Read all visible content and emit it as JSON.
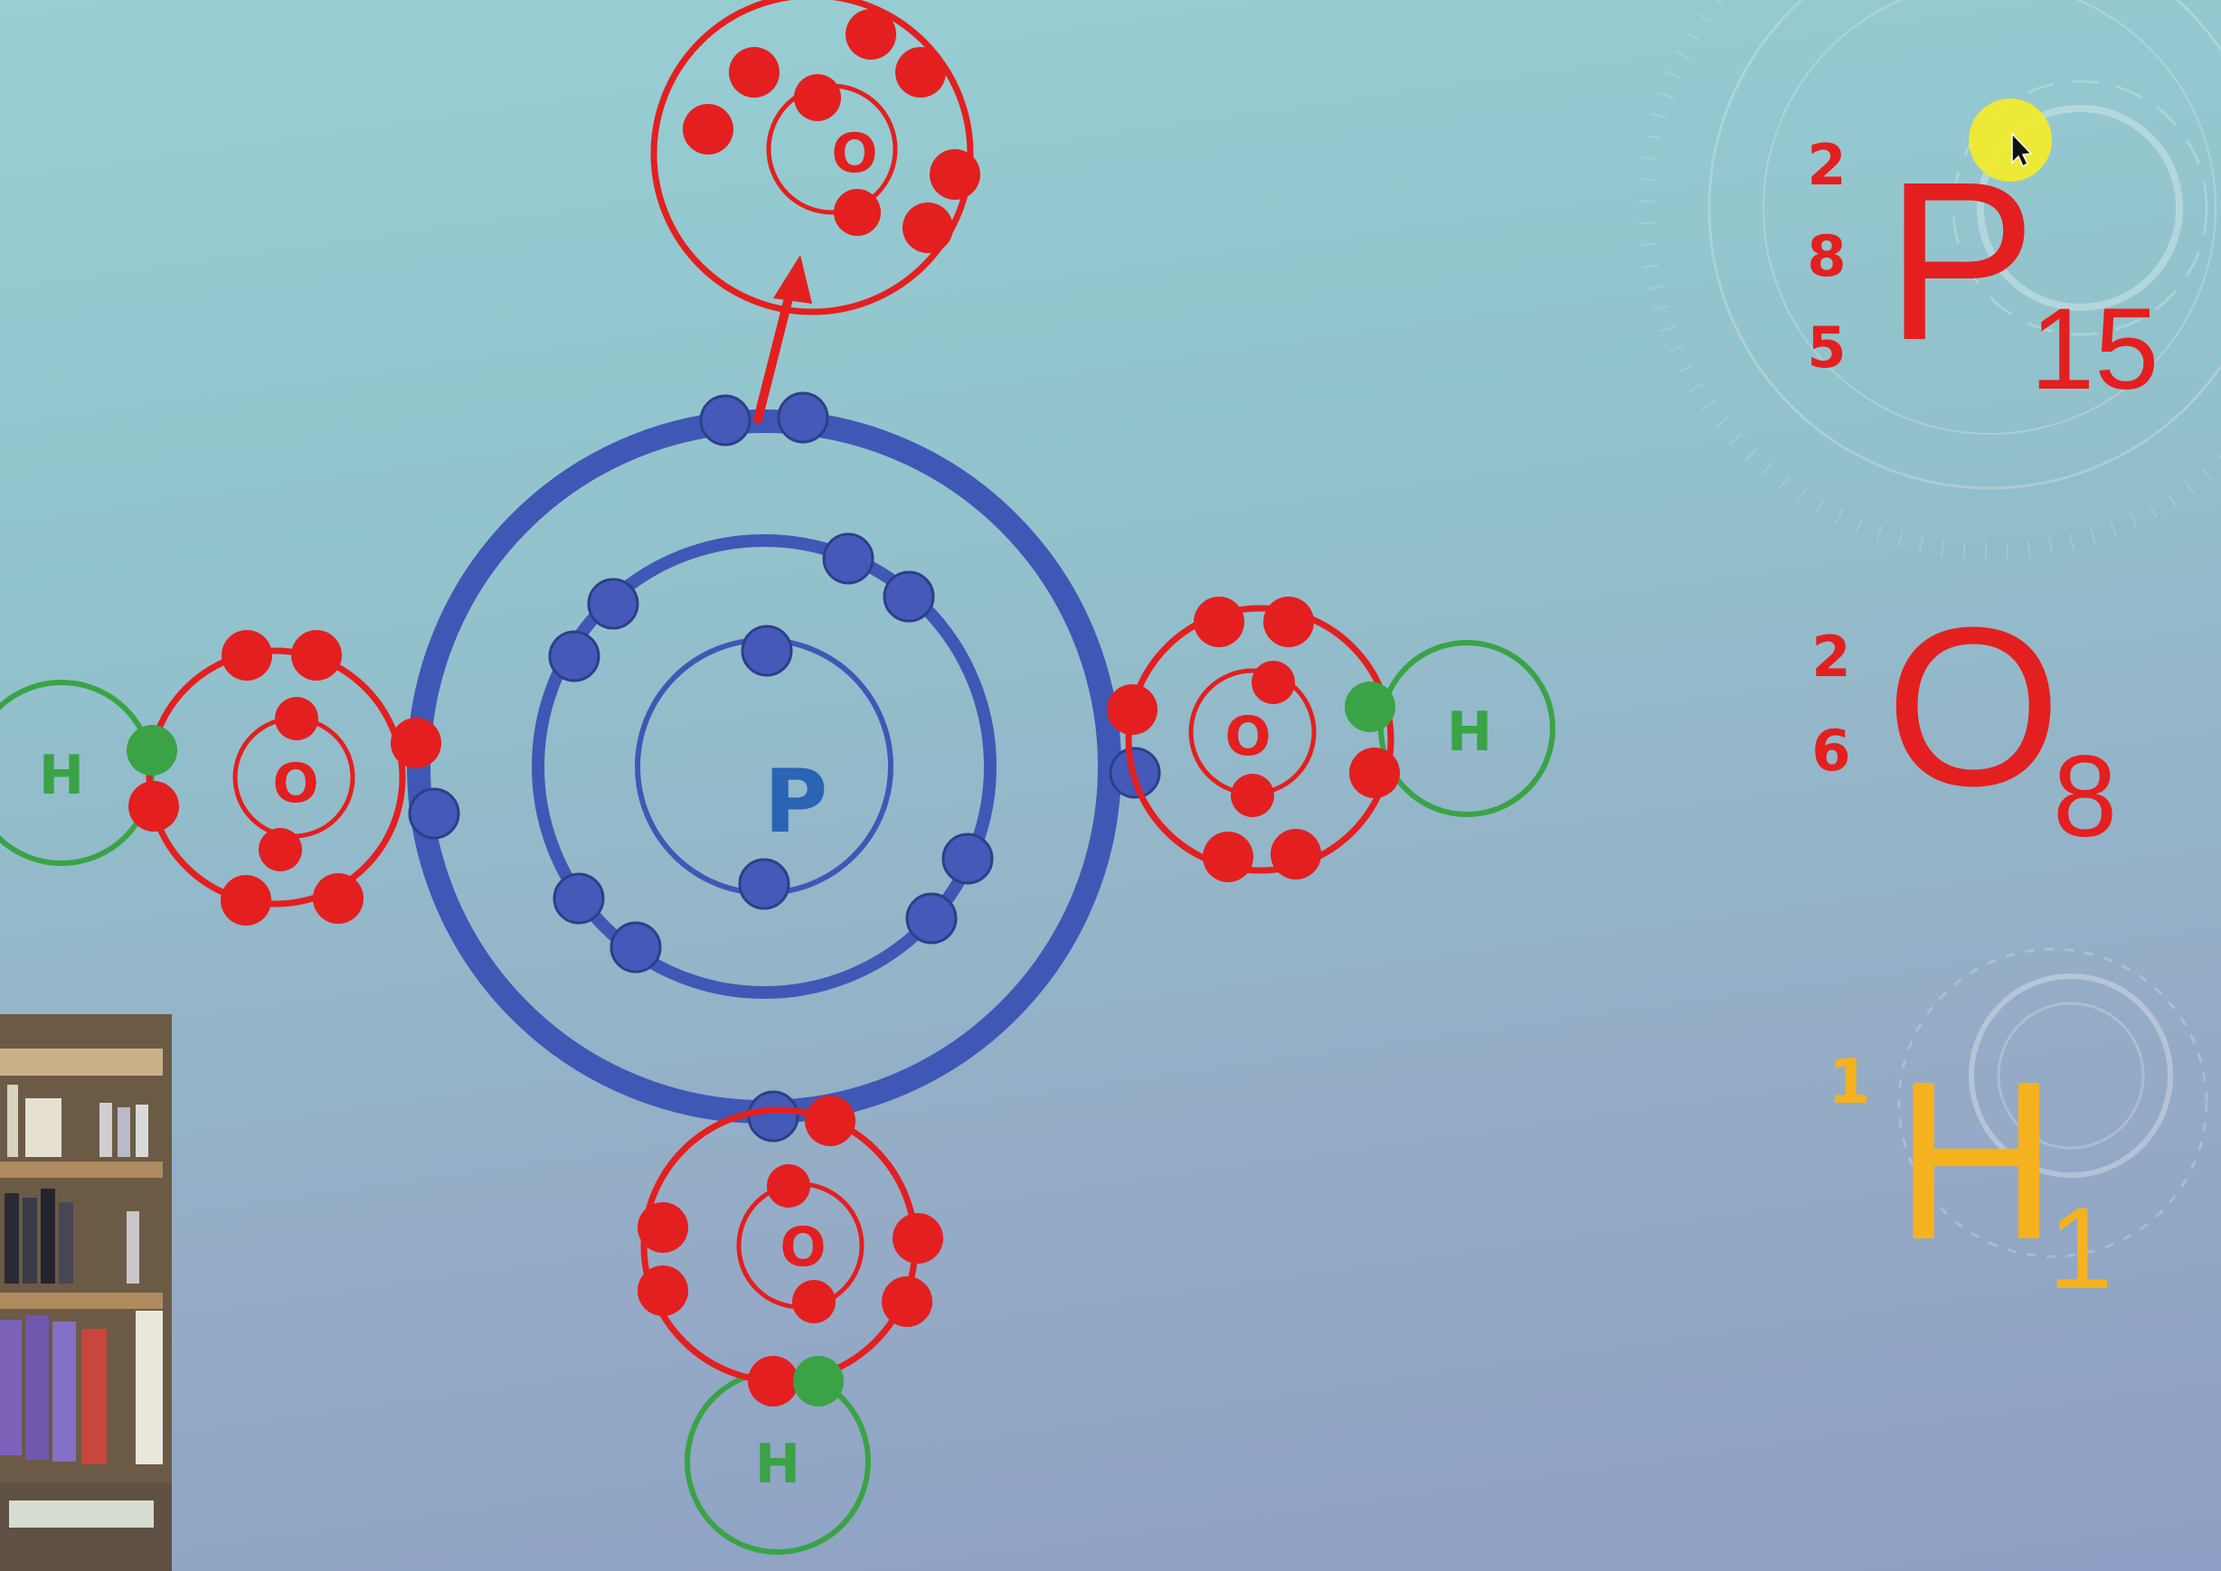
{
  "diagram": {
    "central_atom": {
      "label": "P"
    },
    "oxygen_label": "O",
    "hydrogen_label": "H"
  },
  "legend": [
    {
      "symbol": "P",
      "number": "15",
      "configuration": [
        "2",
        "8",
        "5"
      ],
      "color": "#e41f1f"
    },
    {
      "symbol": "O",
      "number": "8",
      "configuration": [
        "2",
        "6"
      ],
      "color": "#e41f1f"
    },
    {
      "symbol": "H",
      "number": "1",
      "configuration": [
        "1"
      ],
      "color": "#f5b21e"
    }
  ],
  "colors": {
    "phosphorus": "#3f58b6",
    "phosphorus_label": "#2b63b5",
    "oxygen": "#e41f1f",
    "hydrogen": "#3aa346",
    "bond_electron": "#3aa346",
    "hydrogen_legend": "#f5b21e",
    "pointer": "#f3ec2a"
  }
}
